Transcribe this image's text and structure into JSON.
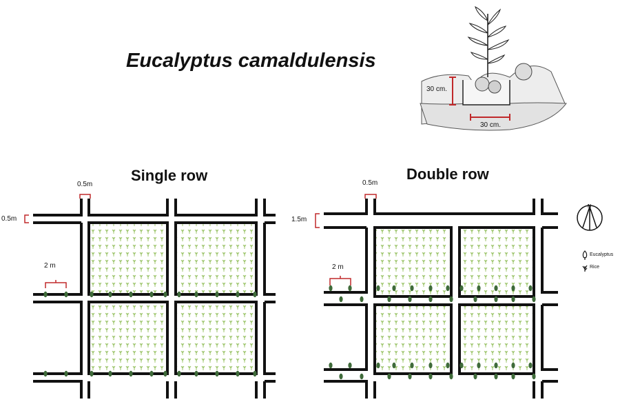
{
  "title": "Eucalyptus camaldulensis",
  "illustration": {
    "depth_label": "30 cm.",
    "width_label": "30 cm."
  },
  "panels": [
    {
      "title": "Single row",
      "dim_top": "0.5m",
      "dim_left": "0.5m",
      "dim_spacing": "2 m"
    },
    {
      "title": "Double row",
      "dim_top": "0.5m",
      "dim_left": "1.5m",
      "dim_spacing": "2 m"
    }
  ],
  "legend": {
    "north": "N",
    "items": [
      {
        "label": "Eucalyptus",
        "icon": "eucalyptus-icon"
      },
      {
        "label": "Rice",
        "icon": "rice-icon"
      }
    ]
  },
  "colors": {
    "dimension": "#c0282a",
    "rice": "#9cc46a",
    "tree": "#3f6b3a"
  }
}
